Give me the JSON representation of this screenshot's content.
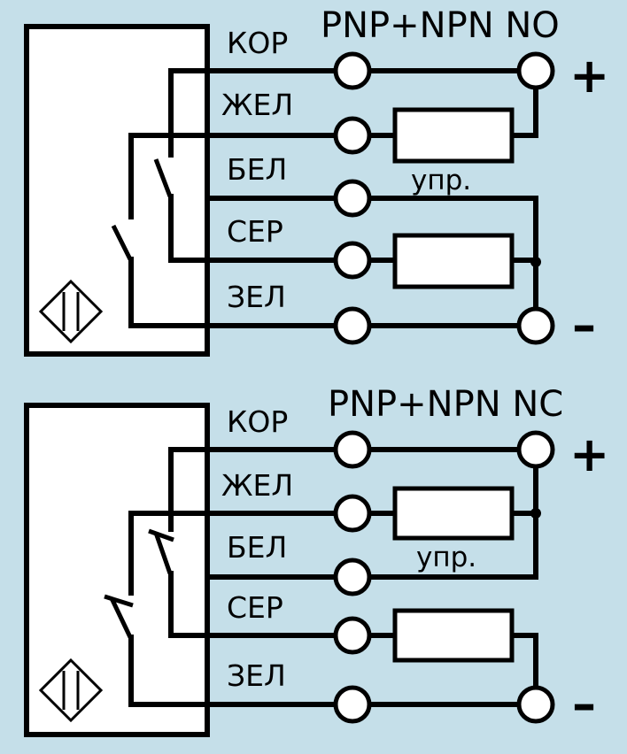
{
  "diagrams": [
    {
      "title": "PNP+NPN NO",
      "wires": [
        {
          "label": "КОР"
        },
        {
          "label": "ЖЕЛ"
        },
        {
          "label": "БЕЛ"
        },
        {
          "label": "СЕР"
        },
        {
          "label": "ЗЕЛ"
        }
      ],
      "control_label": "упр.",
      "plus": "+",
      "minus": "–"
    },
    {
      "title": "PNP+NPN NC",
      "wires": [
        {
          "label": "КОР"
        },
        {
          "label": "ЖЕЛ"
        },
        {
          "label": "БЕЛ"
        },
        {
          "label": "СЕР"
        },
        {
          "label": "ЗЕЛ"
        }
      ],
      "control_label": "упр.",
      "plus": "+",
      "minus": "–"
    }
  ]
}
